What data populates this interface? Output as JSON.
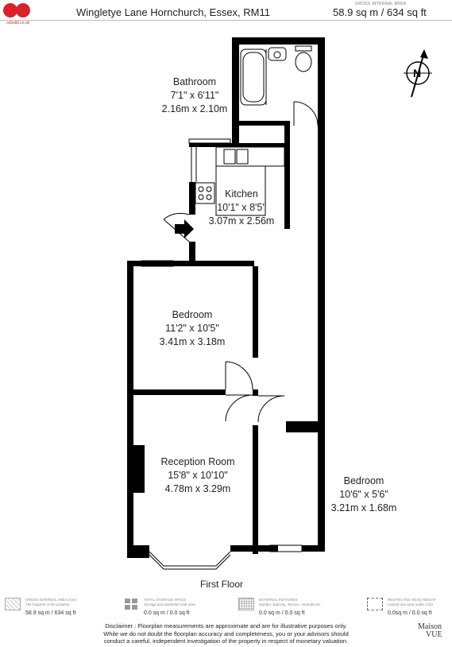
{
  "header": {
    "address": "Wingletye Lane Hornchurch, Essex, RM11",
    "gia_title": "GROSS INTERNAL AREA",
    "gia_value": "58.9 sq m / 634 sq ft"
  },
  "logo": {
    "text": "ocbuild.co.uk"
  },
  "rooms": {
    "bathroom": {
      "name": "Bathroom",
      "imperial": "7'1\" x 6'11\"",
      "metric": "2.16m x 2.10m"
    },
    "kitchen": {
      "name": "Kitchen",
      "imperial": "10'1\" x 8'5\"",
      "metric": "3.07m x 2.56m"
    },
    "bedroom1": {
      "name": "Bedroom",
      "imperial": "11'2\" x 10'5\"",
      "metric": "3.41m x 3.18m"
    },
    "reception": {
      "name": "Reception Room",
      "imperial": "15'8\" x 10'10\"",
      "metric": "4.78m x 3.29m"
    },
    "bedroom2": {
      "name": "Bedroom",
      "imperial": "10'6\" x 5'6\"",
      "metric": "3.21m x 1.68m"
    }
  },
  "floor_label": "First Floor",
  "compass_label": "N",
  "legend": [
    {
      "title": "GROSS INTERNAL AREA (GIA)",
      "desc": "The footprint of the property",
      "value": "58.9 sq m / 634 sq ft"
    },
    {
      "title": "TOTAL STORAGE SPACE",
      "desc": "Storage and wardrobe total area",
      "value": "0.0 sq m / 0.0 sq ft"
    },
    {
      "title": "EXTERNAL FEATURES",
      "desc": "Garden, Balcony, Terrace, Veranda etc.",
      "value": "0.0 sq m / 0.0 sq ft"
    },
    {
      "title": "RESTRICTED HEAD HEIGHT",
      "desc": "Limited use area under 1.5m",
      "value": "0.0sq m / 0.0 sq ft"
    }
  ],
  "disclaimer": [
    "Disclaimer : Floorplan measurements are approximate and are for illustrative purposes only.",
    "While we do not doubt the floorplan accuracy and completeness, you or your advisors should",
    "conduct a careful, independent investigation of the property in respect of monetary valuation."
  ],
  "brand": {
    "line1": "Maison",
    "line2": "VUE"
  }
}
